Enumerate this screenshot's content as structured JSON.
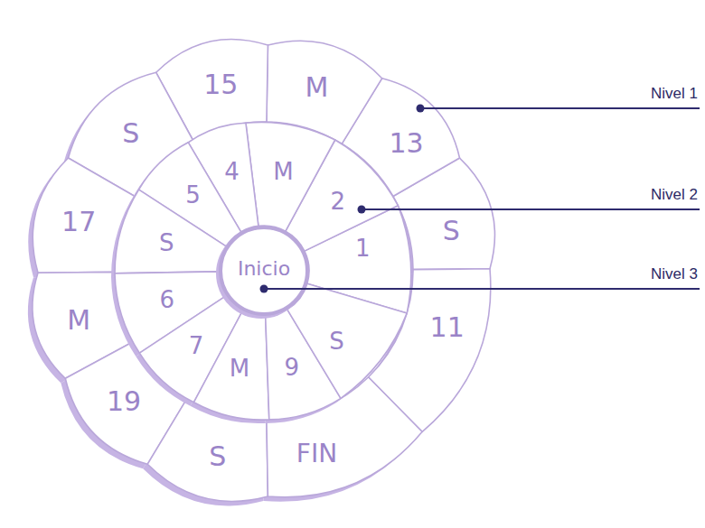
{
  "diagram": {
    "nodes": [
      {
        "text": [
          "Inicio"
        ]
      },
      {
        "text": [
          "1"
        ]
      },
      {
        "text": [
          "2"
        ]
      },
      {
        "text": [
          "M"
        ]
      },
      {
        "text": [
          "4"
        ]
      },
      {
        "text": [
          "5"
        ]
      },
      {
        "text": [
          "S"
        ]
      },
      {
        "text": [
          "6"
        ]
      },
      {
        "text": [
          "7"
        ]
      },
      {
        "text": [
          "M"
        ]
      },
      {
        "text": [
          "9"
        ]
      },
      {
        "text": [
          "S"
        ]
      },
      {
        "text": [
          "11"
        ]
      },
      {
        "text": [
          "S"
        ]
      },
      {
        "text": [
          "13"
        ]
      },
      {
        "text": [
          "M"
        ]
      },
      {
        "text": [
          "15"
        ]
      },
      {
        "text": [
          "S"
        ]
      },
      {
        "text": [
          "17"
        ]
      },
      {
        "text": [
          "M"
        ]
      },
      {
        "text": [
          "19"
        ]
      },
      {
        "text": [
          "S"
        ]
      },
      {
        "text": [
          "FIN"
        ]
      }
    ],
    "labels": [
      "Nivel 1",
      "Nivel 2",
      "Nivel 3"
    ]
  }
}
